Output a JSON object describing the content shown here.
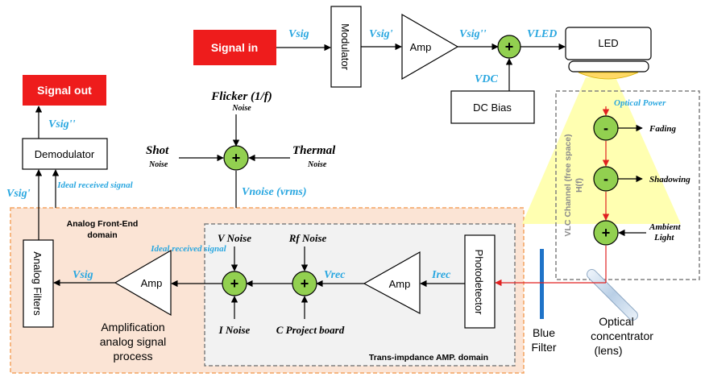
{
  "blocks": {
    "signal_in": "Signal in",
    "signal_out": "Signal out",
    "modulator": "Modulator",
    "amp_tx": "Amp",
    "led": "LED",
    "dc_bias": "DC Bias",
    "demodulator": "Demodulator",
    "analog_filters": "Analog Filters",
    "amp_afe": "Amp",
    "amp_tia": "Amp",
    "photodetector": "Photodetector"
  },
  "signals": {
    "vsig": "Vsig",
    "vsig_p": "Vsig'",
    "vsig_pp": "Vsig''",
    "vled": "VLED",
    "vdc": "VDC",
    "vrec": "Vrec",
    "irec": "Irec",
    "vnoise": "Vnoise (vrms)",
    "ideal_received_signal": "Ideal received signal",
    "optical_power": "Optical Power"
  },
  "operators": {
    "plus": "+",
    "minus": "-"
  },
  "noise": {
    "flicker": "Flicker (1/f)",
    "flicker_sub": "Noise",
    "shot": "Shot",
    "shot_sub": "Noise",
    "thermal": "Thermal",
    "thermal_sub": "Noise",
    "v_noise": "V Noise",
    "rf_noise": "Rf Noise",
    "i_noise": "I Noise",
    "c_project_board": "C Project board"
  },
  "channel": {
    "label_line1": "VLC Channel (free space)",
    "label_line2": "H(f)",
    "fading": "Fading",
    "shadowing": "Shadowing",
    "ambient_line1": "Ambient",
    "ambient_line2": "Light"
  },
  "domains": {
    "analog_front_end_line1": "Analog Front-End",
    "analog_front_end_line2": "domain",
    "trans_impedance": "Trans-impdance AMP. domain",
    "amplification_line1": "Amplification",
    "amplification_line2": "analog signal",
    "amplification_line3": "process"
  },
  "optics": {
    "blue_filter_line1": "Blue",
    "blue_filter_line2": "Filter",
    "concentrator_line1": "Optical",
    "concentrator_line2": "concentrator",
    "concentrator_line3": "(lens)"
  },
  "colors": {
    "accent_blue": "#2aa7e0",
    "red_block": "#ee1c1c",
    "sum_green": "#92d050",
    "afe_fill": "#fbe4d5",
    "afe_border": "#f4a460",
    "tia_fill": "#f2f2f2",
    "channel_fill": "#ffffa8",
    "arrow_red": "#e02020"
  }
}
